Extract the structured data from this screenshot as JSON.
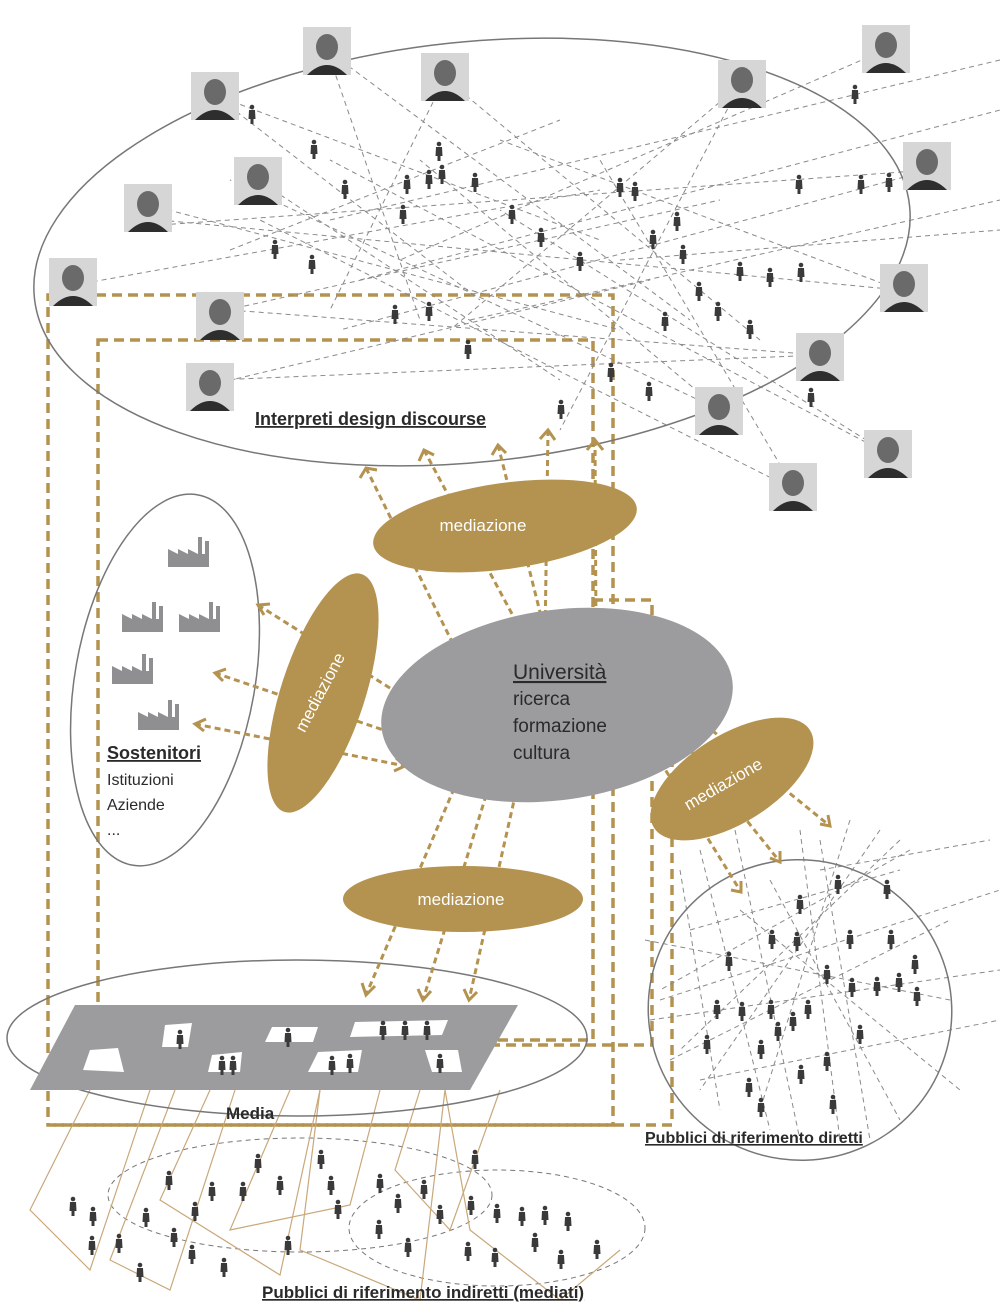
{
  "labels": {
    "interpreti": "Interpreti design discourse",
    "universita": "Università",
    "ricerca": "ricerca",
    "formazione": "formazione",
    "cultura": "cultura",
    "sostenitori": "Sostenitori",
    "istituzioni": "Istituzioni",
    "aziende": "Aziende",
    "ellipsis": "...",
    "media": "Media",
    "pubblici_diretti": "Pubblici di riferimento diretti",
    "pubblici_indiretti": "Pubblici di riferimento indiretti (mediati)",
    "mediazione_top": "mediazione",
    "mediazione_left": "mediazione",
    "mediazione_right": "mediazione",
    "mediazione_bottom": "mediazione"
  },
  "colors": {
    "gold": "#b4924f",
    "gray": "#9c9c9f",
    "outline": "#777777",
    "person": "#3a3a3a",
    "text": "#2a2a2a"
  }
}
